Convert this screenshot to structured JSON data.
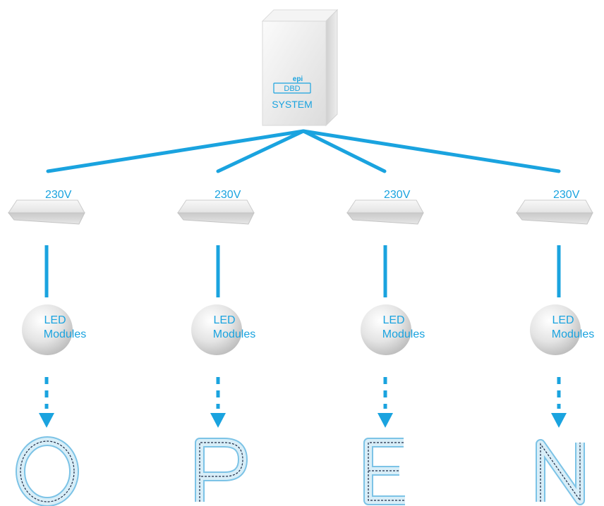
{
  "controller": {
    "brand_top": "epi",
    "brand_mid": "DBD",
    "label": "SYSTEM"
  },
  "colors": {
    "wire": "#1aa3df",
    "text": "#1aa3df",
    "letter_fill": "#d8eef8",
    "letter_outline": "#7cc3e6",
    "letter_trace": "#1e2a44"
  },
  "branches": [
    {
      "driver_label": "230V",
      "module_label_1": "LED",
      "module_label_2": "Modules",
      "letter": "O"
    },
    {
      "driver_label": "230V",
      "module_label_1": "LED",
      "module_label_2": "Modules",
      "letter": "P"
    },
    {
      "driver_label": "230V",
      "module_label_1": "LED",
      "module_label_2": "Modules",
      "letter": "E"
    },
    {
      "driver_label": "230V",
      "module_label_1": "LED",
      "module_label_2": "Modules",
      "letter": "N"
    }
  ]
}
